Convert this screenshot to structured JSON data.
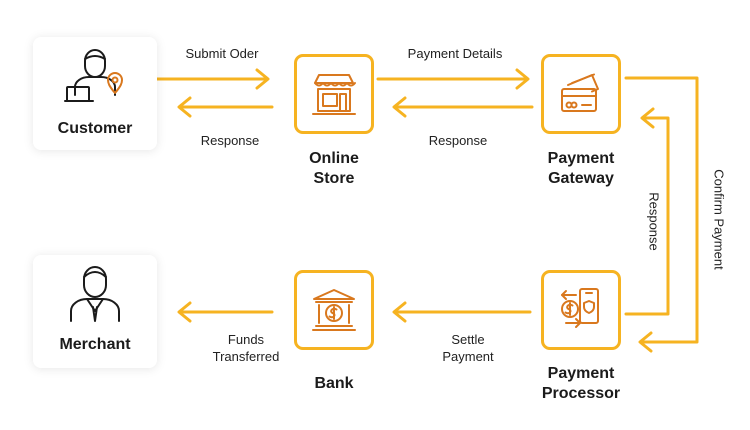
{
  "nodes": {
    "customer": "Customer",
    "online_store_line1": "Online",
    "online_store_line2": "Store",
    "payment_gateway_line1": "Payment",
    "payment_gateway_line2": "Gateway",
    "merchant": "Merchant",
    "bank": "Bank",
    "payment_processor_line1": "Payment",
    "payment_processor_line2": "Processor"
  },
  "flows": {
    "submit_order": "Submit Oder",
    "response_customer": "Response",
    "payment_details": "Payment Details",
    "response_store": "Response",
    "confirm_payment": "Confirm Payment",
    "response_processor": "Response",
    "settle_payment_line1": "Settle",
    "settle_payment_line2": "Payment",
    "funds_transferred_line1": "Funds",
    "funds_transferred_line2": "Transferred"
  },
  "colors": {
    "accent": "#f6b321",
    "icon": "#d9781e",
    "text": "#1b1b1b"
  }
}
